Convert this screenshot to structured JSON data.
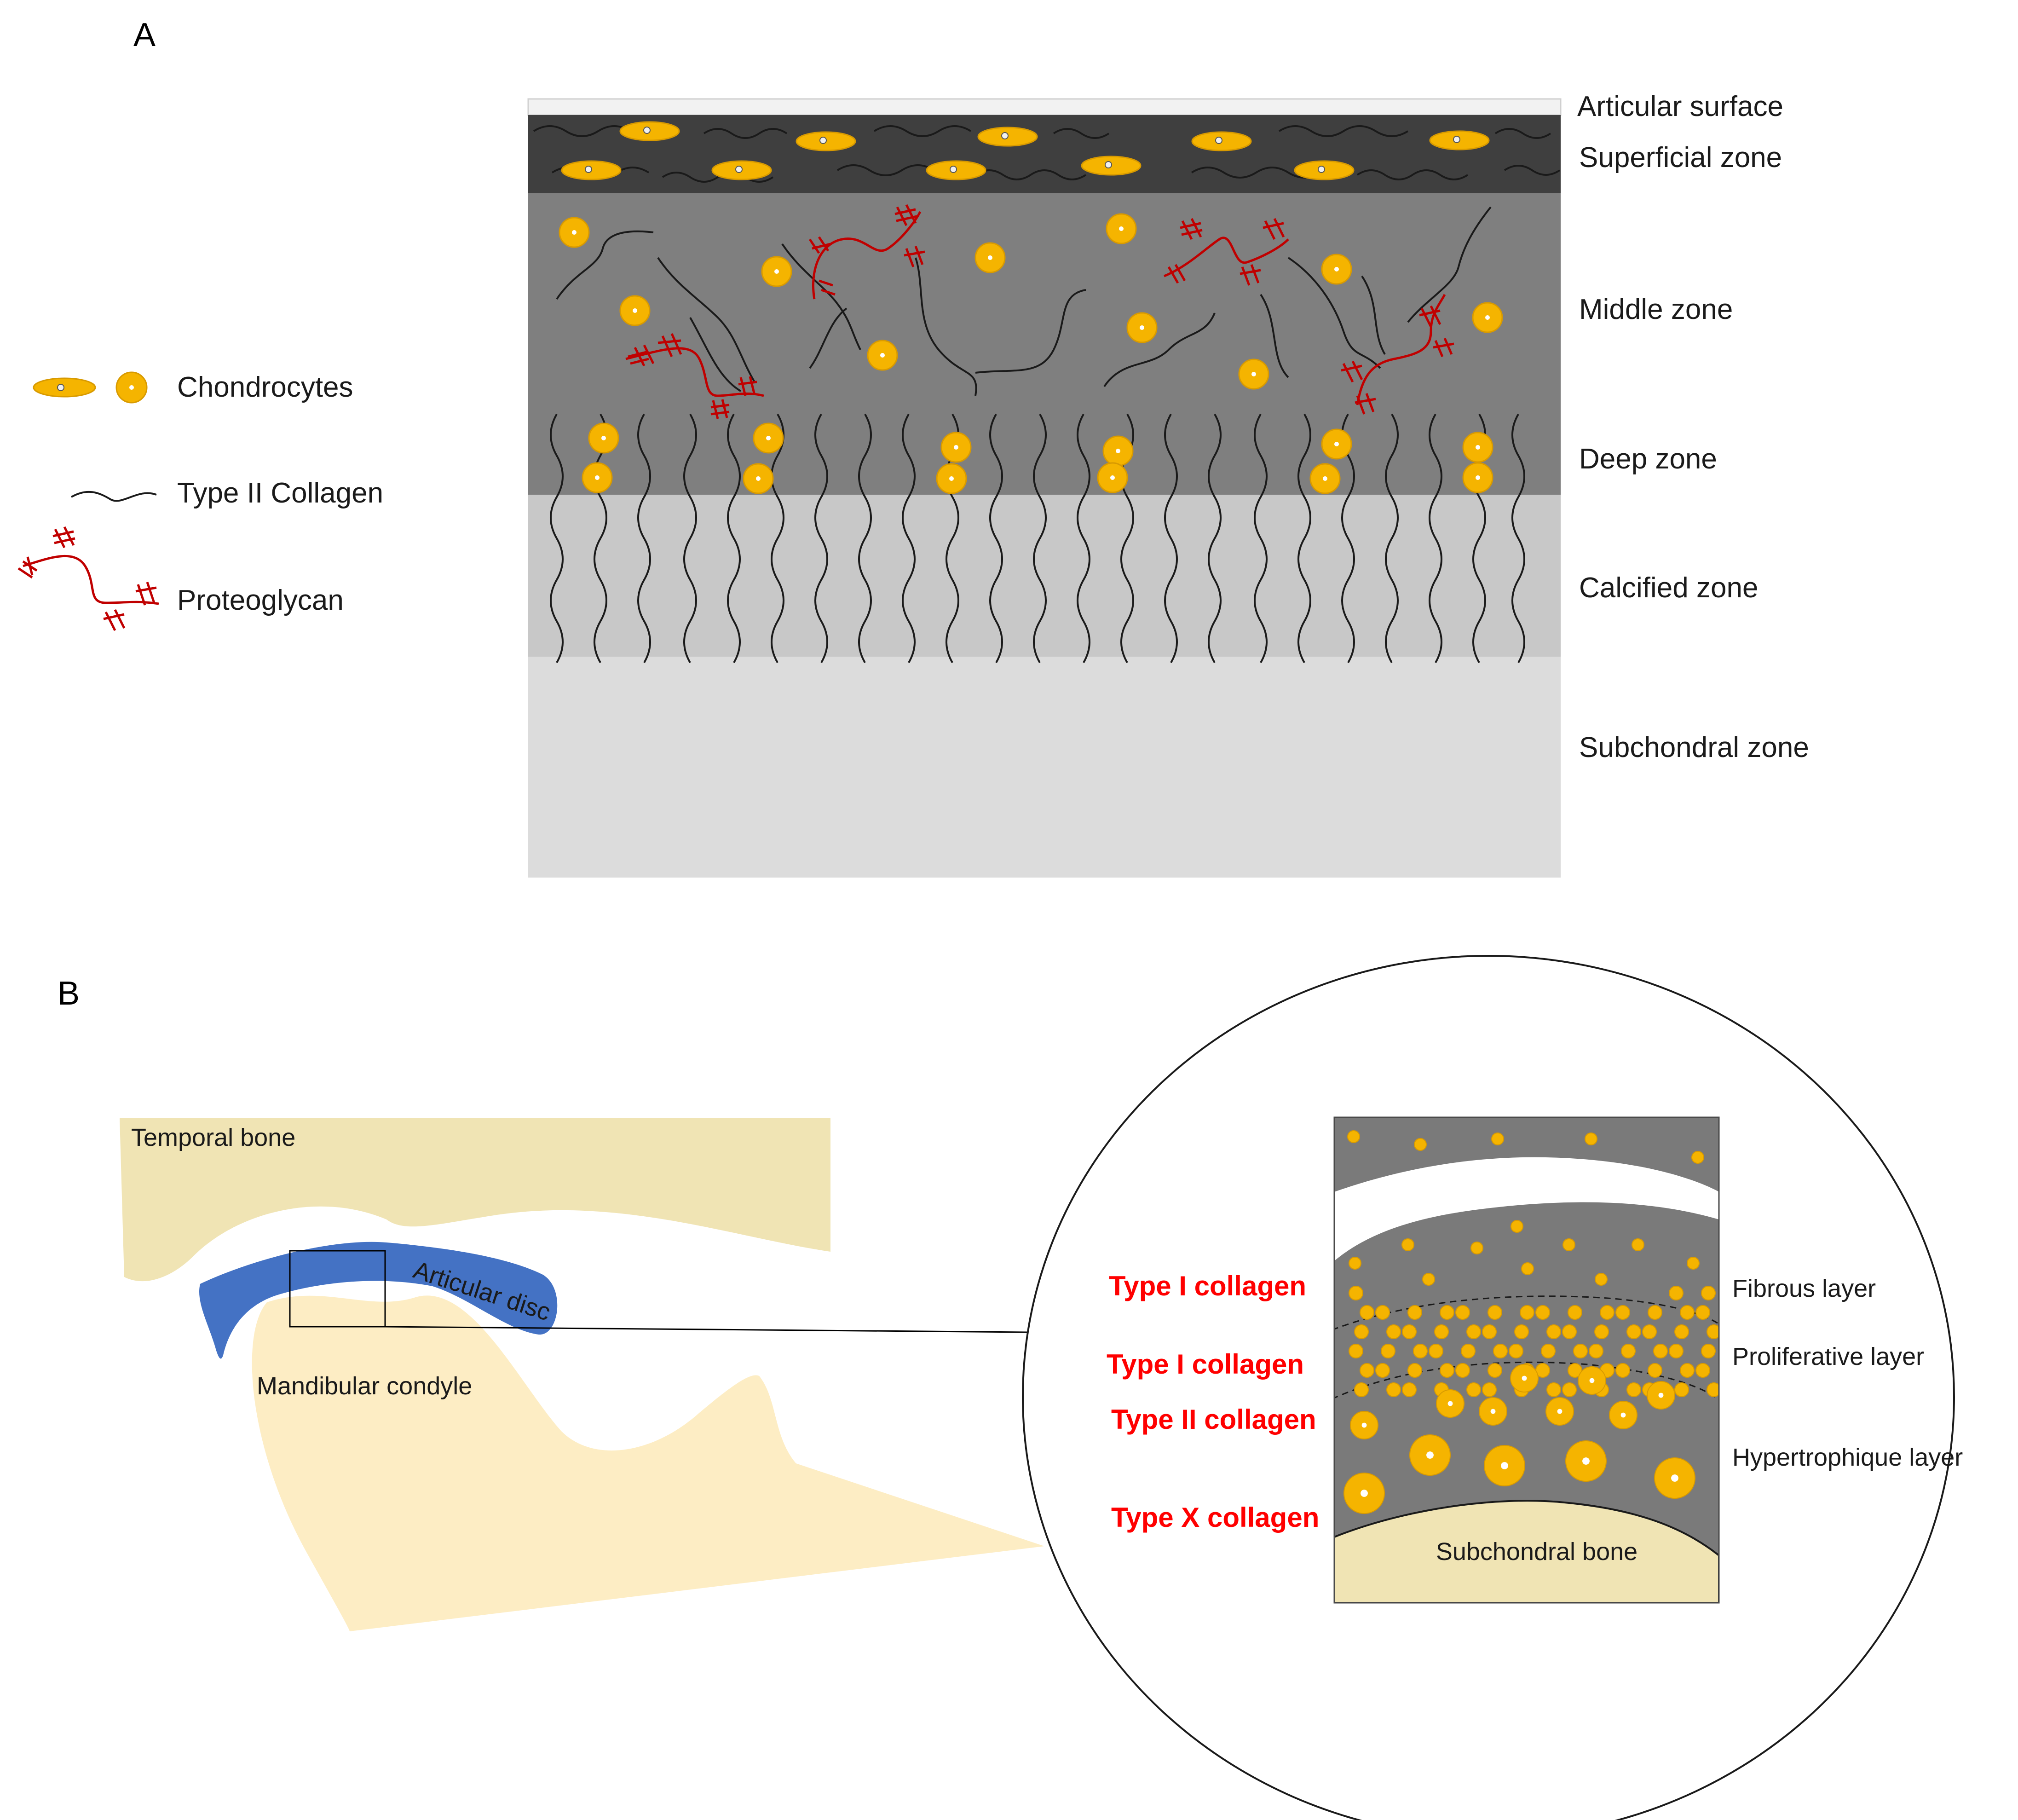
{
  "panels": {
    "a": "A",
    "b": "B"
  },
  "legend": {
    "chondrocytes": "Chondrocytes",
    "collagen": "Type II  Collagen",
    "proteoglycan": "Proteoglycan"
  },
  "zones": {
    "articular_surface": "Articular  surface",
    "superficial": "Superficial zone",
    "middle": "Middle zone",
    "deep": "Deep zone",
    "calcified": "Calcified zone",
    "subchondral": "Subchondral  zone"
  },
  "tmj": {
    "temporal_bone": "Temporal bone",
    "articular_disc": "Articular  disc",
    "mandibular_condyle": "Mandibular condyle"
  },
  "layers": {
    "fibrous": "Fibrous layer",
    "proliferative": "Proliferative layer",
    "hypertrophique": "Hypertrophique layer",
    "subchondral_bone": "Subchondral bone"
  },
  "collagen_types": {
    "fibrous": "Type I collagen",
    "proliferative": "Type I collagen",
    "hypertrophique_upper": "Type II collagen",
    "hypertrophique_lower": "Type X collagen"
  },
  "colors": {
    "chondrocyte": "#f5b400",
    "chondrocyte_edge": "#d89a00",
    "collagen": "#1a1a1a",
    "proteoglycan": "#c00000",
    "superficial_zone": "#3f3f3f",
    "middle_deep_zone": "#7f7f7f",
    "calcified_zone": "#c8c8c8",
    "subchondral_zone": "#dcdcdc",
    "articular_disc": "#4472c4",
    "bone": "#f0e4b4",
    "condyle": "#fdedc4",
    "collagen_type_text": "#ff0000"
  }
}
